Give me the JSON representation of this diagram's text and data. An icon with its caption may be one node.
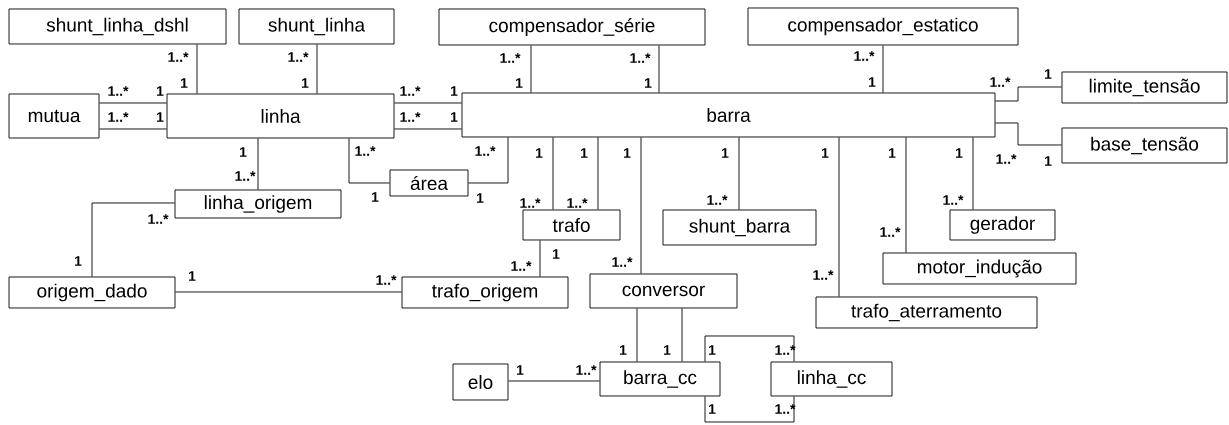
{
  "diagram": {
    "nodes": [
      {
        "text": [
          "shunt_linha_dshl"
        ]
      },
      {
        "text": [
          "shunt_linha"
        ]
      },
      {
        "text": [
          "compensador_série"
        ]
      },
      {
        "text": [
          "compensador_estatico"
        ]
      },
      {
        "text": [
          "mutua"
        ]
      },
      {
        "text": [
          "linha"
        ]
      },
      {
        "text": [
          "barra"
        ]
      },
      {
        "text": [
          "limite_tensão"
        ]
      },
      {
        "text": [
          "base_tensão"
        ]
      },
      {
        "text": [
          "área"
        ]
      },
      {
        "text": [
          "linha_origem"
        ]
      },
      {
        "text": [
          "trafo"
        ]
      },
      {
        "text": [
          "shunt_barra"
        ]
      },
      {
        "text": [
          "gerador"
        ]
      },
      {
        "text": [
          "motor_indução"
        ]
      },
      {
        "text": [
          "origem_dado"
        ]
      },
      {
        "text": [
          "trafo_origem"
        ]
      },
      {
        "text": [
          "conversor"
        ]
      },
      {
        "text": [
          "trafo_aterramento"
        ]
      },
      {
        "text": [
          "elo"
        ]
      },
      {
        "text": [
          "barra_cc"
        ]
      },
      {
        "text": [
          "linha_cc"
        ]
      }
    ],
    "edges": [
      {
        "from": 0,
        "to": 5,
        "arrow": "none"
      },
      {
        "from": 1,
        "to": 5,
        "arrow": "none"
      },
      {
        "from": 4,
        "to": 5,
        "arrow": "none"
      },
      {
        "from": 4,
        "to": 5,
        "arrow": "none"
      },
      {
        "from": 5,
        "to": 6,
        "arrow": "none"
      },
      {
        "from": 5,
        "to": 6,
        "arrow": "none"
      },
      {
        "from": 2,
        "to": 6,
        "arrow": "none"
      },
      {
        "from": 2,
        "to": 6,
        "arrow": "none"
      },
      {
        "from": 3,
        "to": 6,
        "arrow": "none"
      },
      {
        "from": 6,
        "to": 7,
        "arrow": "none"
      },
      {
        "from": 6,
        "to": 8,
        "arrow": "none"
      },
      {
        "from": 5,
        "to": 9,
        "arrow": "none"
      },
      {
        "from": 6,
        "to": 9,
        "arrow": "none"
      },
      {
        "from": 5,
        "to": 10,
        "arrow": "none"
      },
      {
        "from": 6,
        "to": 11,
        "arrow": "none"
      },
      {
        "from": 6,
        "to": 11,
        "arrow": "none"
      },
      {
        "from": 6,
        "to": 12,
        "arrow": "none"
      },
      {
        "from": 6,
        "to": 13,
        "arrow": "none"
      },
      {
        "from": 6,
        "to": 17,
        "arrow": "none"
      },
      {
        "from": 6,
        "to": 18,
        "arrow": "none"
      },
      {
        "from": 6,
        "to": 14,
        "arrow": "none"
      },
      {
        "from": 10,
        "to": 15,
        "arrow": "none"
      },
      {
        "from": 11,
        "to": 16,
        "arrow": "none"
      },
      {
        "from": 15,
        "to": 16,
        "arrow": "none"
      },
      {
        "from": 17,
        "to": 20,
        "arrow": "none"
      },
      {
        "from": 17,
        "to": 20,
        "arrow": "none"
      },
      {
        "from": 20,
        "to": 21,
        "arrow": "none"
      },
      {
        "from": 20,
        "to": 21,
        "arrow": "none"
      },
      {
        "from": 19,
        "to": 20,
        "arrow": "none"
      }
    ],
    "labels": [
      "1..*",
      "1",
      "1..*",
      "1",
      "1..*",
      "1",
      "1..*",
      "1",
      "1..*",
      "1",
      "1..*",
      "1",
      "1..*",
      "1",
      "1..*",
      "1",
      "1..*",
      "1",
      "1..*",
      "1",
      "1..*",
      "1",
      "1..*",
      "1",
      "1..*",
      "1",
      "1",
      "1..*",
      "1",
      "1..*",
      "1",
      "1..*",
      "1",
      "1..*",
      "1",
      "1..*",
      "1",
      "1..*",
      "1",
      "1..*",
      "1",
      "1..*",
      "1..*",
      "1",
      "1",
      "1..*",
      "1",
      "1..*",
      "1",
      "1",
      "1",
      "1..*",
      "1",
      "1..*",
      "1",
      "1..*"
    ]
  }
}
